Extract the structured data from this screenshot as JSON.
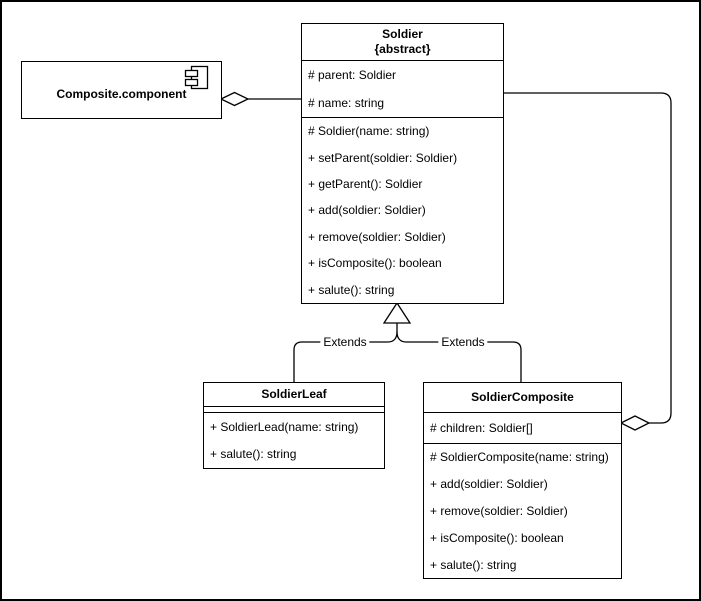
{
  "diagram": {
    "component_box": {
      "title": "Composite.component",
      "icon": "uml-component-icon"
    },
    "soldier": {
      "title": "Soldier",
      "stereotype": "{abstract}",
      "attributes": [
        "# parent: Soldier",
        "# name: string"
      ],
      "methods": [
        "# Soldier(name: string)",
        "+ setParent(soldier: Soldier)",
        "+ getParent(): Soldier",
        "+ add(soldier: Soldier)",
        "+ remove(soldier: Soldier)",
        "+ isComposite(): boolean",
        "+ salute(): string"
      ]
    },
    "soldier_leaf": {
      "title": "SoldierLeaf",
      "methods": [
        "+ SoldierLead(name: string)",
        "+ salute(): string"
      ]
    },
    "soldier_composite": {
      "title": "SoldierComposite",
      "attributes": [
        "# children: Soldier[]"
      ],
      "methods": [
        "# SoldierComposite(name: string)",
        "+ add(soldier: Soldier)",
        "+ remove(soldier: Soldier)",
        "+ isComposite(): boolean",
        "+ salute(): string"
      ]
    },
    "connectors": {
      "extends_left": "Extends",
      "extends_right": "Extends",
      "aggregation_left": "aggregation-diamond",
      "aggregation_right": "aggregation-diamond",
      "generalization": "hollow-triangle"
    },
    "colors": {
      "line": "#000000",
      "background": "#ffffff",
      "text": "#000000"
    }
  }
}
